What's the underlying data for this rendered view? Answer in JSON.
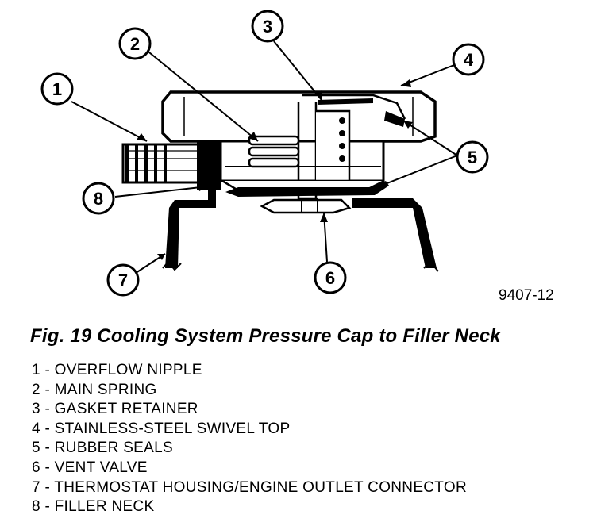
{
  "figure": {
    "code": "9407-12",
    "caption": "Fig. 19 Cooling System Pressure Cap to Filler Neck"
  },
  "callouts": [
    "1",
    "2",
    "3",
    "4",
    "5",
    "6",
    "7",
    "8"
  ],
  "legend": [
    "1 - OVERFLOW NIPPLE",
    "2 - MAIN SPRING",
    "3 - GASKET RETAINER",
    "4 - STAINLESS-STEEL SWIVEL TOP",
    "5 - RUBBER SEALS",
    "6 - VENT VALVE",
    "7 - THERMOSTAT HOUSING/ENGINE OUTLET CONNECTOR",
    "8 - FILLER NECK"
  ]
}
